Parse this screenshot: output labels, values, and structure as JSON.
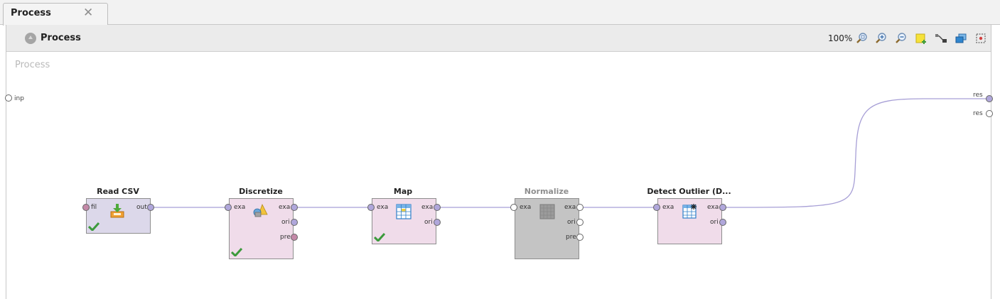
{
  "tab": {
    "label": "Process",
    "close_glyph": "✕"
  },
  "toolbar": {
    "breadcrumb": "Process",
    "zoom": "100%",
    "icons": [
      "zoom-fit-icon",
      "zoom-in-icon",
      "zoom-out-icon",
      "add-note-icon",
      "auto-wire-icon",
      "arrange-layers-icon",
      "auto-fit-icon"
    ]
  },
  "canvas": {
    "title": "Process",
    "input_port": "inp",
    "output_ports": [
      "res",
      "res"
    ]
  },
  "operators": [
    {
      "name": "Read CSV",
      "icon": "read-csv-icon",
      "state": "ok",
      "inputs": [
        "fil"
      ],
      "outputs": [
        "out"
      ]
    },
    {
      "name": "Discretize",
      "icon": "discretize-icon",
      "state": "ok",
      "inputs": [
        "exa"
      ],
      "outputs": [
        "exa",
        "ori",
        "pre"
      ]
    },
    {
      "name": "Map",
      "icon": "map-table-icon",
      "state": "ok",
      "inputs": [
        "exa"
      ],
      "outputs": [
        "exa",
        "ori"
      ]
    },
    {
      "name": "Normalize",
      "icon": "normalize-grid-icon",
      "state": "disabled",
      "inputs": [
        "exa"
      ],
      "outputs": [
        "exa",
        "ori",
        "pre"
      ]
    },
    {
      "name": "Detect Outlier (D...",
      "icon": "detect-outlier-icon",
      "state": "pending",
      "inputs": [
        "exa"
      ],
      "outputs": [
        "exa",
        "ori"
      ]
    }
  ],
  "colors": {
    "operator_blue": "#dcd8ea",
    "operator_pink": "#f0dcea",
    "operator_disabled": "#c4c4c4",
    "wire": "#a79fd6",
    "check_green": "#3c9a3c"
  }
}
